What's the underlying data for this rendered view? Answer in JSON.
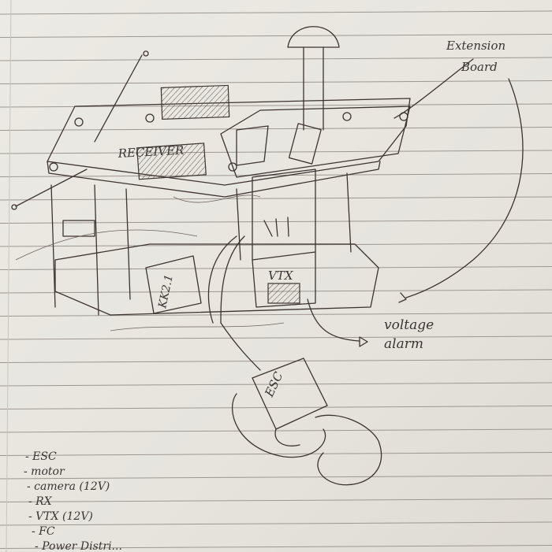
{
  "labels": {
    "extension_board": [
      "Extension",
      "Board"
    ],
    "receiver": "RECEIVER",
    "flight_controller": "KK2.1",
    "vtx": "VTX",
    "esc": "ESC",
    "voltage_alarm": [
      "voltage",
      "alarm"
    ]
  },
  "parts_list": [
    "- ESC",
    "- motor",
    "- camera  (12V)",
    "- RX",
    "- VTX   (12V)",
    "- FC",
    "- Power Distri..."
  ],
  "colors": {
    "paper": "#e9e7e1",
    "ink": "#3b3431",
    "rule": "#9c9891"
  }
}
